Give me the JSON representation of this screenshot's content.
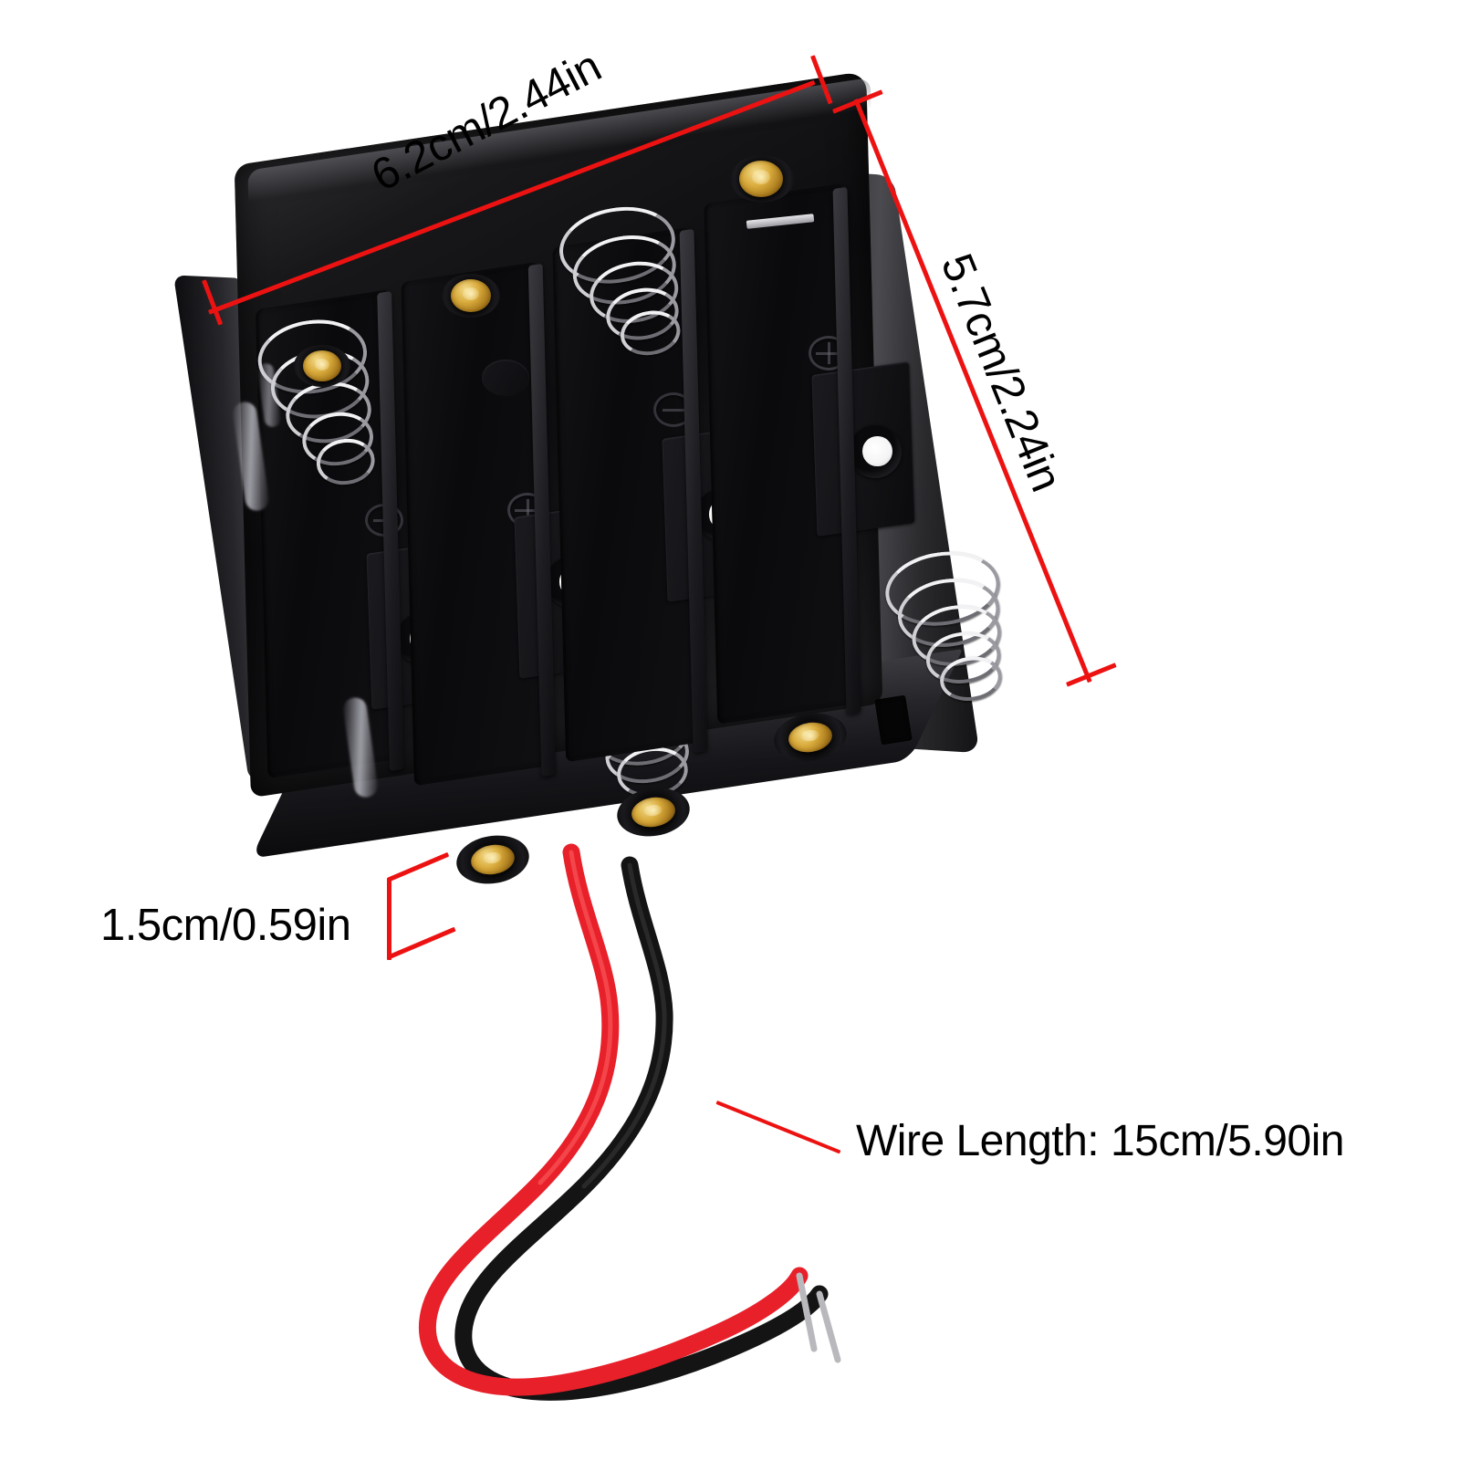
{
  "image": {
    "background_color": "#ffffff",
    "subject": "4 x AA battery holder case with wire leads",
    "annotation_color": "#ed1212",
    "text_color": "#000000"
  },
  "annotations": {
    "width": {
      "label": "6.2cm/2.44in",
      "value_cm": 6.2,
      "value_in": 2.44,
      "position": "top-left",
      "orientation": "rotated"
    },
    "height": {
      "label": "5.7cm/2.24in",
      "value_cm": 5.7,
      "value_in": 2.24,
      "position": "right",
      "orientation": "rotated"
    },
    "thickness": {
      "label": "1.5cm/0.59in",
      "value_cm": 1.5,
      "value_in": 0.59,
      "position": "bottom-left",
      "orientation": "horizontal"
    },
    "wire": {
      "label": "Wire Length: 15cm/5.90in",
      "value_cm": 15,
      "value_in": 5.9,
      "position": "bottom-right",
      "orientation": "horizontal"
    }
  },
  "product": {
    "slot_count": 4,
    "body_color": "#101013",
    "spring_color": "#d8d8dc",
    "contact_color": "#c79a2e",
    "wires": [
      {
        "name": "positive-wire",
        "color": "#e8202a"
      },
      {
        "name": "negative-wire",
        "color": "#121212"
      }
    ]
  }
}
